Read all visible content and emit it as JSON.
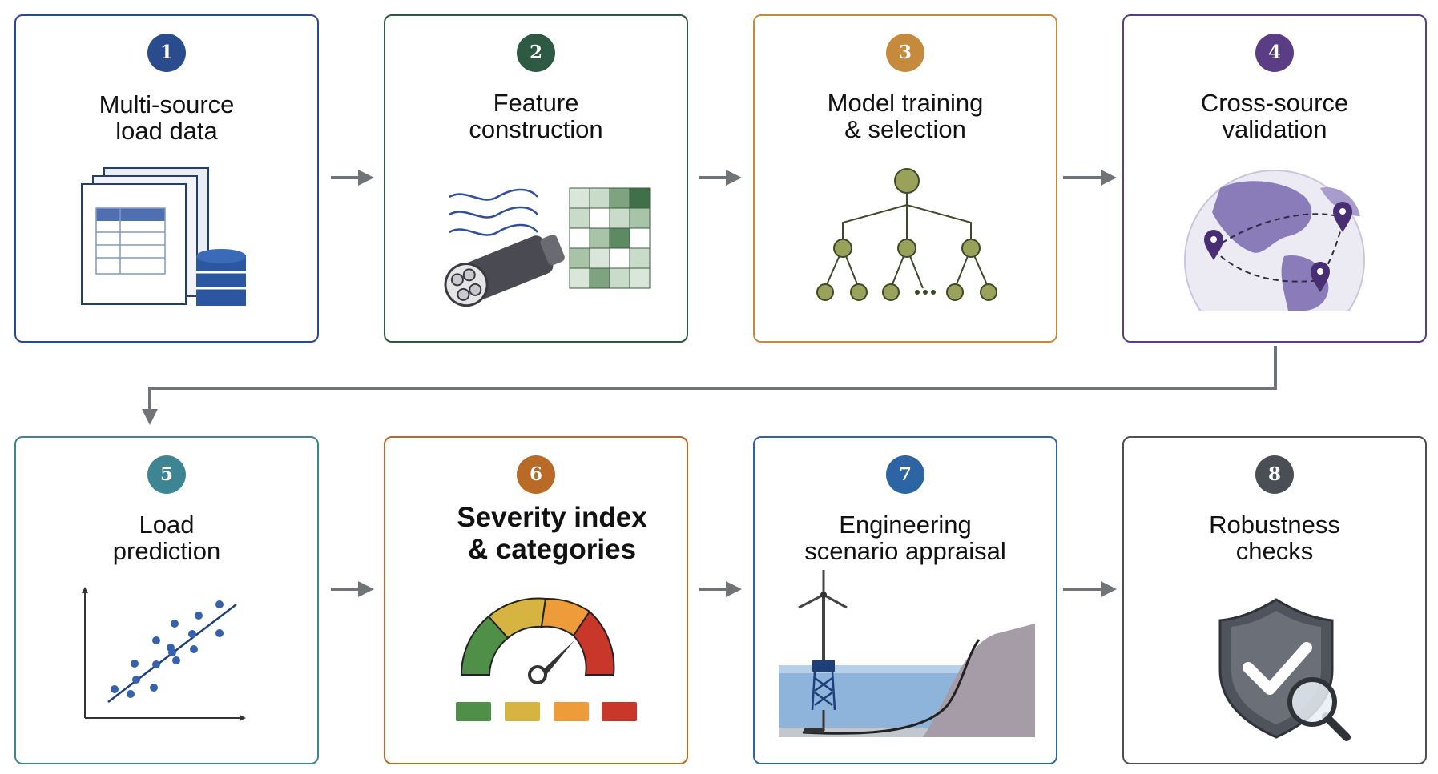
{
  "steps": [
    {
      "number": "1",
      "title": "Multi-source\nload data",
      "color": "#2a4b8d"
    },
    {
      "number": "2",
      "title": "Feature\nconstruction",
      "color": "#2e5a43"
    },
    {
      "number": "3",
      "title": "Model training\n& selection",
      "color": "#c58a3c"
    },
    {
      "number": "4",
      "title": "Cross-source\nvalidation",
      "color": "#5b3d86"
    },
    {
      "number": "5",
      "title": "Load\nprediction",
      "color": "#3e8594"
    },
    {
      "number": "6",
      "title": "Severity index\n& categories",
      "color": "#b86a26"
    },
    {
      "number": "7",
      "title": "Engineering\nscenario appraisal",
      "color": "#2d64a4"
    },
    {
      "number": "8",
      "title": "Robustness\nchecks",
      "color": "#4a4e55"
    }
  ],
  "icons": {
    "step1": "spreadsheet-documents-and-database-icon",
    "step2": "wind-flow-cable-and-feature-matrix-icon",
    "step3": "decision-tree-icon",
    "step4": "globe-with-location-pins-icon",
    "step5": "scatter-plot-with-regression-line-icon",
    "step6": "severity-gauge-icon",
    "step7": "offshore-wind-turbine-and-subsea-cable-icon",
    "step8": "shield-check-with-magnifier-icon"
  },
  "connector_color": "#707378"
}
